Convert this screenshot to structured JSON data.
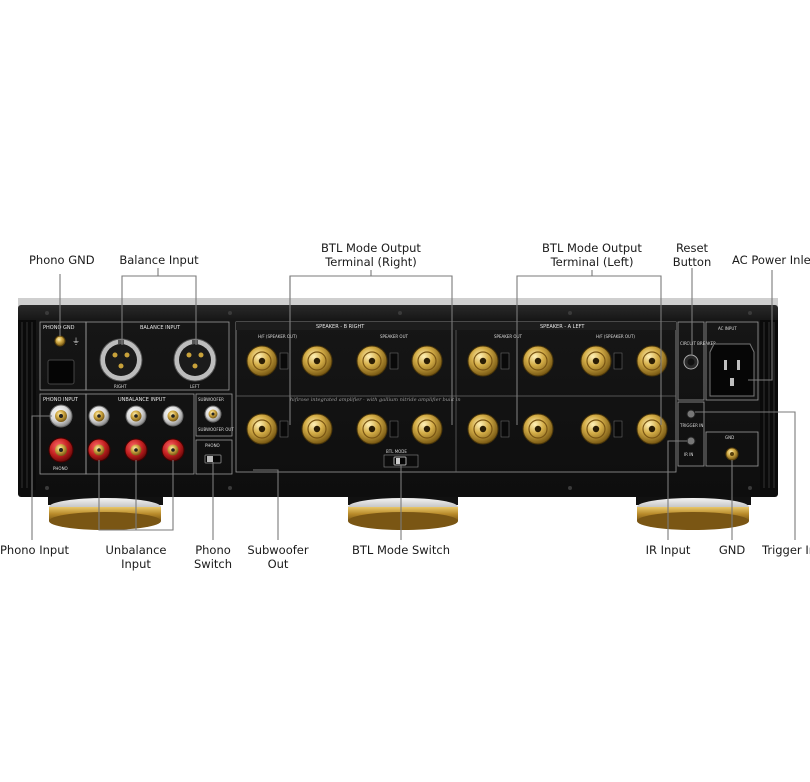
{
  "callouts": {
    "phono_gnd": "Phono GND",
    "balance_input": "Balance Input",
    "btl_right": "BTL Mode Output\nTerminal (Right)",
    "btl_left": "BTL Mode Output\nTerminal (Left)",
    "reset_button": "Reset\nButton",
    "ac_power_inlet": "AC Power Inlet",
    "phono_input": "Phono Input",
    "unbalance_input": "Unbalance\nInput",
    "phono_switch": "Phono\nSwitch",
    "subwoofer_out": "Subwoofer\nOut",
    "btl_switch": "BTL Mode Switch",
    "ir_input": "IR Input",
    "gnd": "GND",
    "trigger_in": "Trigger In"
  },
  "panel_labels": {
    "phono_gnd": "PHONO GND",
    "balance_input": "BALANCE INPUT",
    "phono_input": "PHONO INPUT",
    "unbalance_input": "UNBALANCE INPUT",
    "subwoofer": "SUBWOOFER",
    "subwoofer_out": "SUBWOOFER OUT",
    "phono": "PHONO",
    "speaker_b_right": "SPEAKER - B RIGHT",
    "speaker_a_left": "SPEAKER - A LEFT",
    "btl_mode": "BTL MODE",
    "speaker_out": "SPEAKER OUT",
    "hf_speaker_out": "H/F (SPEAKER OUT)",
    "ac_input": "AC INPUT",
    "circuit_breaker": "CIRCUIT BREAKER",
    "trigger_in": "TRIGGER IN",
    "ir_in": "IR IN",
    "gnd": "GND",
    "right": "RIGHT",
    "left": "LEFT",
    "tagline": "hifirose integrated amplifier · with gallium nitride amplifier built in"
  },
  "colors": {
    "chassis": "#141414",
    "gold": "#c9a23a",
    "red_ring": "#c21f1f",
    "callout_line": "#7a7a7a"
  }
}
